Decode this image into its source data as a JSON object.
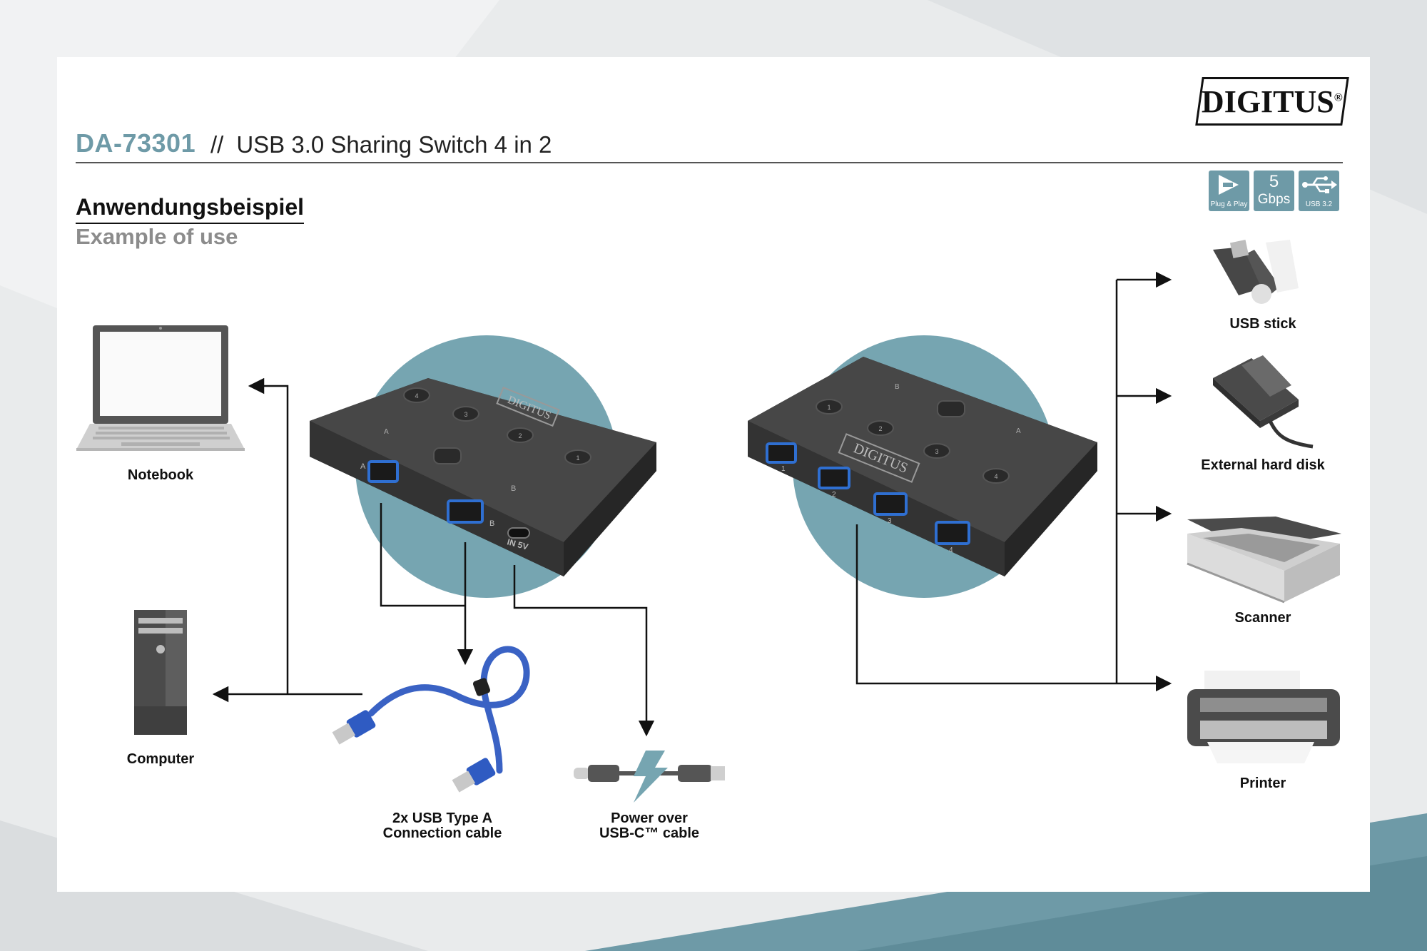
{
  "header": {
    "model": "DA-73301",
    "separator": "//",
    "product_name": "USB 3.0 Sharing Switch 4 in 2"
  },
  "brand": {
    "logo_text": "DIGITUS",
    "registered": "®"
  },
  "section": {
    "heading_de": "Anwendungsbeispiel",
    "heading_en": "Example of use"
  },
  "badges": {
    "plug_play": "Plug & Play",
    "speed_value": "5",
    "speed_unit": "Gbps",
    "usb_version": "USB 3.2"
  },
  "devices": {
    "notebook": "Notebook",
    "computer": "Computer",
    "usb_stick": "USB stick",
    "hard_disk": "External hard disk",
    "scanner": "Scanner",
    "printer": "Printer"
  },
  "cables": {
    "usb_a_line1": "2x USB Type A",
    "usb_a_line2": "Connection cable",
    "power_line1": "Power over",
    "power_line2": "USB-C™ cable"
  },
  "switch_left": {
    "brand": "DIGITUS",
    "port_a": "A",
    "port_b": "B",
    "power_port": "IN 5V",
    "led_a": "A",
    "led_b": "B",
    "buttons": [
      "4",
      "3",
      "2",
      "1"
    ]
  },
  "switch_right": {
    "brand": "DIGITUS",
    "led_b": "B",
    "led_a": "A",
    "ports": [
      "1",
      "2",
      "3",
      "4"
    ],
    "buttons": [
      "1",
      "2",
      "3",
      "4"
    ]
  },
  "colors": {
    "accent": "#6e9aa7",
    "circle": "#76a5b1",
    "device_dark": "#3b3b3b",
    "cable_blue": "#3a62c4"
  }
}
